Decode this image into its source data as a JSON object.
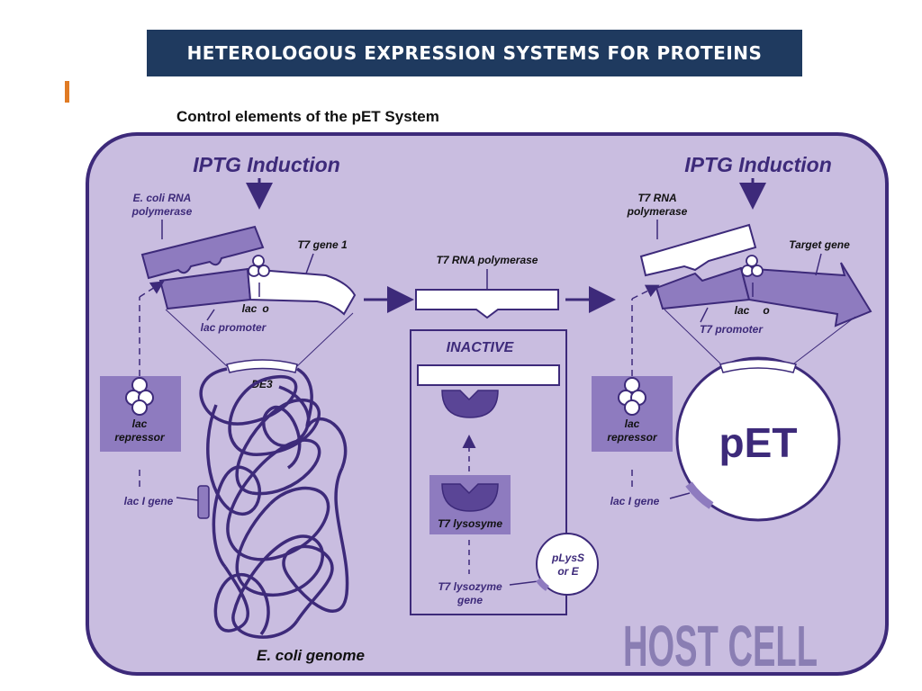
{
  "slide": {
    "title": "HETEROLOGOUS EXPRESSION SYSTEMS FOR PROTEINS"
  },
  "diagram": {
    "caption": "Control elements of the pET System",
    "left": {
      "induction": "IPTG Induction",
      "polymerase_label_1": "E. coli RNA",
      "polymerase_label_2": "polymerase",
      "gene_label": "T7 gene 1",
      "lac": "lac",
      "o": "o",
      "promoter": "lac promoter",
      "insert": "DE3",
      "repressor_1": "lac",
      "repressor_2": "repressor",
      "laci_gene": "lac I gene",
      "genome": "E. coli genome"
    },
    "middle": {
      "polymerase": "T7 RNA polymerase",
      "inactive": "INACTIVE",
      "lysozyme": "T7 lysosyme",
      "lysozyme_gene_1": "T7 lysozyme",
      "lysozyme_gene_2": "gene",
      "plasmid_1": "pLysS",
      "plasmid_2": "or E"
    },
    "right": {
      "induction": "IPTG Induction",
      "polymerase_label_1": "T7 RNA",
      "polymerase_label_2": "polymerase",
      "target": "Target gene",
      "lac": "lac",
      "o": "o",
      "promoter": "T7 promoter",
      "repressor_1": "lac",
      "repressor_2": "repressor",
      "laci_gene": "lac I gene",
      "plasmid": "pET"
    },
    "host_cell": "HOST CELL"
  },
  "colors": {
    "cell_fill": "#c9bde0",
    "outline": "#3d2a7a",
    "module_fill": "#8e7bbf",
    "dark_purple": "#5a4596",
    "watermark": "#8a7eb3",
    "header_bg": "#1f3a5f",
    "accent": "#e07b24"
  }
}
